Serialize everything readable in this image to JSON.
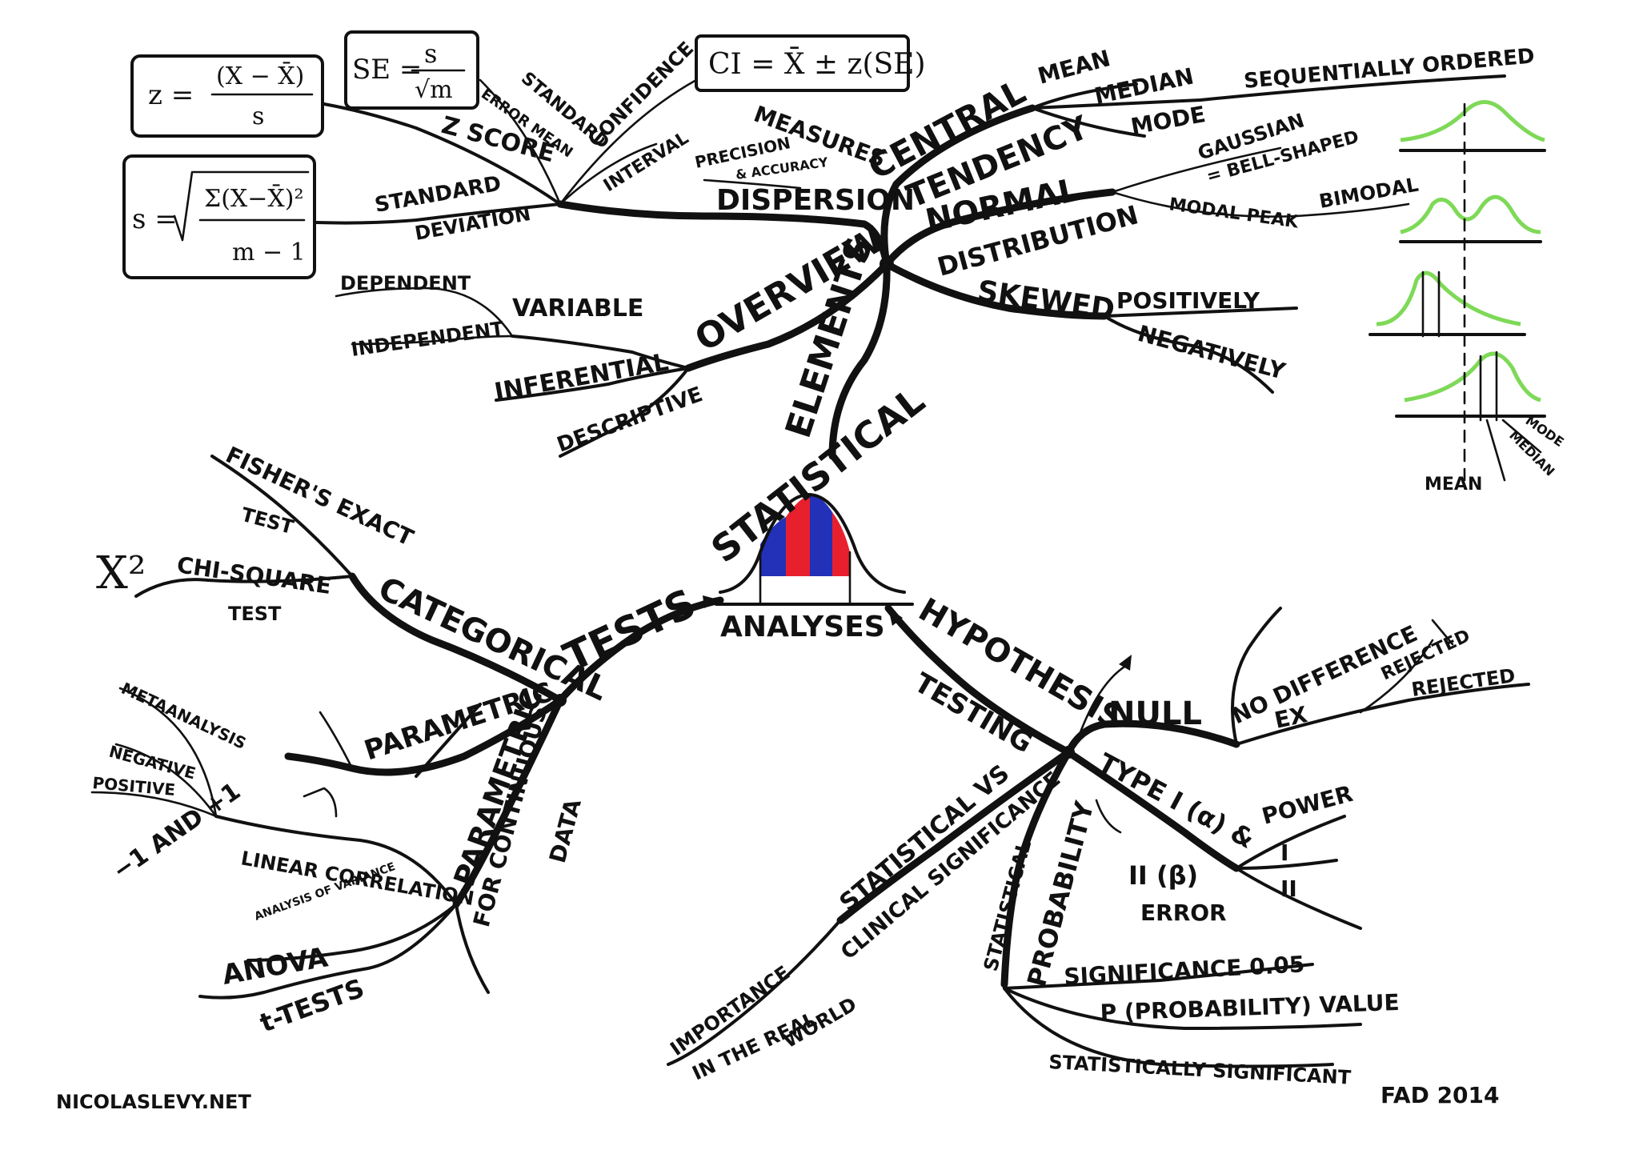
{
  "center": {
    "line1": "STATISTICAL",
    "line2": "ANALYSES"
  },
  "colors": {
    "ink": "#111111",
    "red": "#e8202e",
    "blue": "#2231b8",
    "green": "#7ed957"
  },
  "elements": {
    "label": "ELEMENTS",
    "overview": {
      "label": "OVERVIEW",
      "variable": {
        "label": "VARIABLE",
        "dependent": "DEPENDENT",
        "independent": "INDEPENDENT"
      },
      "inferential": "INFERENTIAL",
      "descriptive": "DESCRIPTIVE"
    },
    "dispersion": {
      "label": "DISPERSION",
      "measures": "MEASURES",
      "precision": "PRECISION",
      "accuracy": "& ACCURACY",
      "interval": "INTERVAL",
      "confidence": "CONFIDENCE",
      "ci_formula": "CI = X̄ ± z(SE)",
      "se_label_1": "STANDARD",
      "se_label_2": "ERROR MEAN",
      "se_formula_lhs": "SE =",
      "se_formula_num": "s",
      "se_formula_den": "√m",
      "z_label": "Z SCORE",
      "z_formula_lhs": "z =",
      "z_formula_num": "(X − X̄)",
      "z_formula_den": "s",
      "sd_label_1": "STANDARD",
      "sd_label_2": "DEVIATION",
      "s_formula_lhs": "s =",
      "s_formula_num": "Σ(X−X̄)²",
      "s_formula_den": "m − 1"
    },
    "central_tendency": {
      "label_1": "CENTRAL",
      "label_2": "TENDENCY",
      "mean": "MEAN",
      "median": "MEDIAN",
      "sequentially": "SEQUENTIALLY ORDERED",
      "mode": "MODE"
    },
    "normal_distribution": {
      "label_1": "NORMAL",
      "label_2": "DISTRIBUTION",
      "gaussian": "GAUSSIAN",
      "bell": "= BELL-SHAPED",
      "modal_peak": "MODAL PEAK",
      "bimodal": "BIMODAL",
      "skewed": "SKEWED",
      "positively": "POSITIVELY",
      "negatively": "NEGATIVELY"
    },
    "curves": {
      "mode": "MODE",
      "median": "MEDIAN",
      "mean": "MEAN"
    }
  },
  "tests": {
    "label": "TESTS",
    "categorical": {
      "label": "CATEGORICAL",
      "fishers_1": "FISHER'S EXACT",
      "fishers_2": "TEST",
      "chi_1": "CHI-SQUARE",
      "chi_2": "TEST",
      "chi_symbol": "X²"
    },
    "nonparametric": "PARAMETRIC",
    "parametric": {
      "label": "PARAMETRIC",
      "for_1": "FOR CONTINUOUS",
      "for_2": "DATA",
      "linear_correlation": "LINEAR CORRELATION",
      "range": "−1 AND +1",
      "positive": "POSITIVE",
      "negative": "NEGATIVE",
      "metaanalysis": "METAANALYSIS",
      "anova": "ANOVA",
      "analysis_of_variance": "ANALYSIS OF VARIANCE",
      "t_tests": "t-TESTS"
    }
  },
  "hypothesis": {
    "label_1": "HYPOTHESIS",
    "label_2": "TESTING",
    "null": {
      "label": "NULL",
      "no_difference": "NO DIFFERENCE",
      "ex": "EX",
      "rejected_struck": "REJECTED",
      "rejected": "REJECTED"
    },
    "error": {
      "label_1": "TYPE I (α) &",
      "label_2": "II (β)",
      "label_3": "ERROR",
      "power": "POWER",
      "one": "I",
      "two": "II"
    },
    "probability": {
      "label_1": "STATISTICAL",
      "label_2": "PROBABILITY",
      "significance": "SIGNIFICANCE 0.05",
      "p_value": "P (PROBABILITY) VALUE",
      "stat_sig": "STATISTICALLY SIGNIFICANT"
    },
    "clinical": {
      "label_1": "STATISTICAL VS",
      "label_2": "CLINICAL SIGNIFICANCE",
      "importance_1": "IMPORTANCE",
      "importance_2": "IN THE REAL",
      "importance_3": "WORLD"
    }
  },
  "footer": {
    "left": "NICOLASLEVY.NET",
    "right": "FAD 2014"
  }
}
